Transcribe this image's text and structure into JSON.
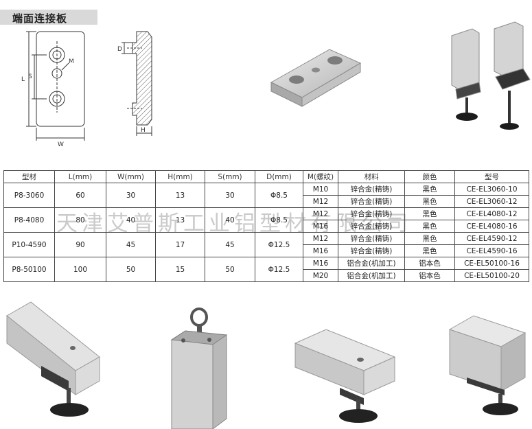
{
  "title": "端面连接板",
  "drawing": {
    "L": "L",
    "S": "S",
    "M": "M",
    "W": "W",
    "D": "D",
    "H": "H"
  },
  "table": {
    "headers": [
      "型材",
      "L(mm)",
      "W(mm)",
      "H(mm)",
      "S(mm)",
      "D(mm)",
      "M(螺纹)",
      "材料",
      "颜色",
      "型号"
    ],
    "groups": [
      {
        "profile": "P8-3060",
        "L": "60",
        "W": "30",
        "H": "13",
        "S": "30",
        "D": "Φ8.5",
        "rows": [
          {
            "m": "M10",
            "material": "锌合金(精铸)",
            "color": "黑色",
            "model": "CE-EL3060-10"
          },
          {
            "m": "M12",
            "material": "锌合金(精铸)",
            "color": "黑色",
            "model": "CE-EL3060-12"
          }
        ]
      },
      {
        "profile": "P8-4080",
        "L": "80",
        "W": "40",
        "H": "13",
        "S": "40",
        "D": "Φ8.5",
        "rows": [
          {
            "m": "M12",
            "material": "锌合金(精铸)",
            "color": "黑色",
            "model": "CE-EL4080-12"
          },
          {
            "m": "M16",
            "material": "锌合金(精铸)",
            "color": "黑色",
            "model": "CE-EL4080-16"
          }
        ]
      },
      {
        "profile": "P10-4590",
        "L": "90",
        "W": "45",
        "H": "17",
        "S": "45",
        "D": "Φ12.5",
        "rows": [
          {
            "m": "M12",
            "material": "锌合金(精铸)",
            "color": "黑色",
            "model": "CE-EL4590-12"
          },
          {
            "m": "M16",
            "material": "锌合金(精铸)",
            "color": "黑色",
            "model": "CE-EL4590-16"
          }
        ]
      },
      {
        "profile": "P8-50100",
        "L": "100",
        "W": "50",
        "H": "15",
        "S": "50",
        "D": "Φ12.5",
        "rows": [
          {
            "m": "M16",
            "material": "铝合金(机加工)",
            "color": "铝本色",
            "model": "CE-EL50100-16"
          },
          {
            "m": "M20",
            "material": "铝合金(机加工)",
            "color": "铝本色",
            "model": "CE-EL50100-20"
          }
        ]
      }
    ]
  },
  "watermark": "天津艾普斯工业铝型材有限公司"
}
